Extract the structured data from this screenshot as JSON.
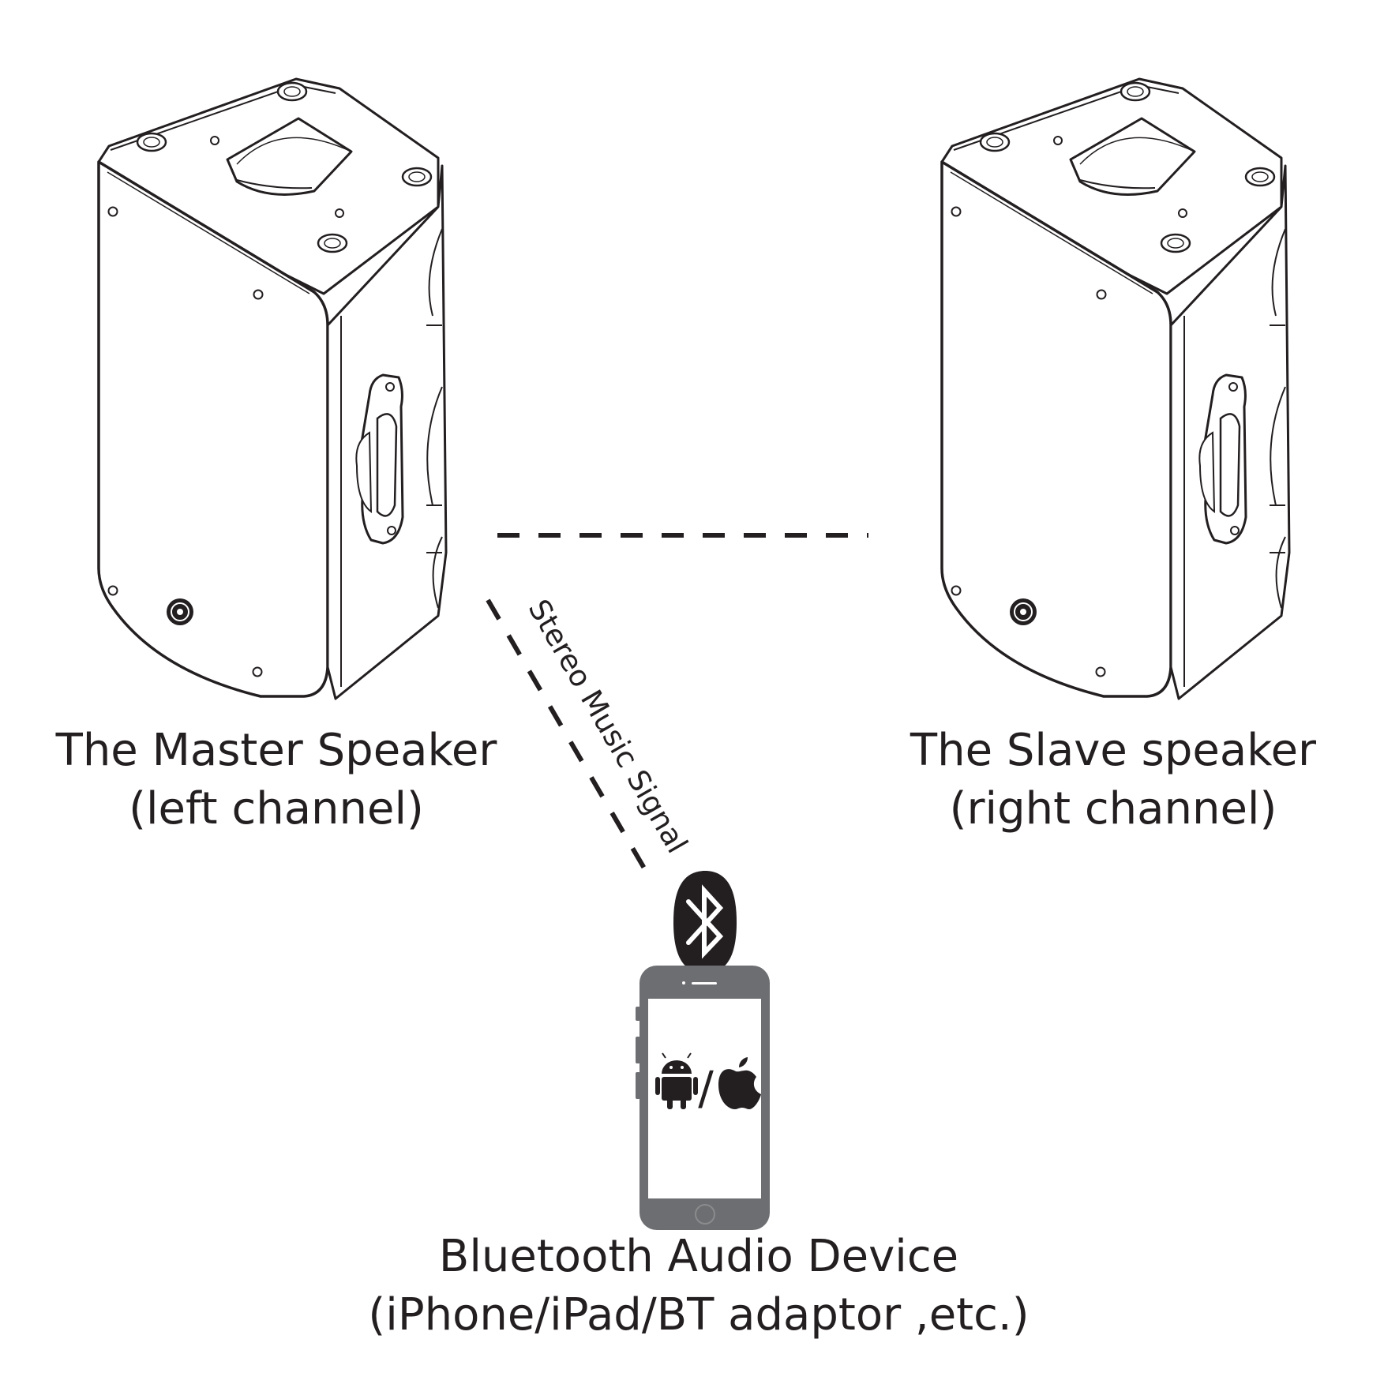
{
  "master": {
    "title": "The Master Speaker",
    "channel": "(left channel)"
  },
  "slave": {
    "title": "The Slave speaker",
    "channel": "(right channel)"
  },
  "link": {
    "label": "Stereo Music Signal"
  },
  "device": {
    "title": "Bluetooth Audio Device",
    "examples": "(iPhone/iPad/BT adaptor ,etc.)",
    "os_separator": "/"
  },
  "icons": {
    "bluetooth": "bluetooth-icon",
    "android": "android-icon",
    "apple": "apple-icon",
    "phone": "smartphone-icon",
    "speaker": "pa-speaker-icon"
  },
  "colors": {
    "line": "#231f20",
    "phone_body": "#6d6e71",
    "bluetooth_badge": "#231f20"
  }
}
